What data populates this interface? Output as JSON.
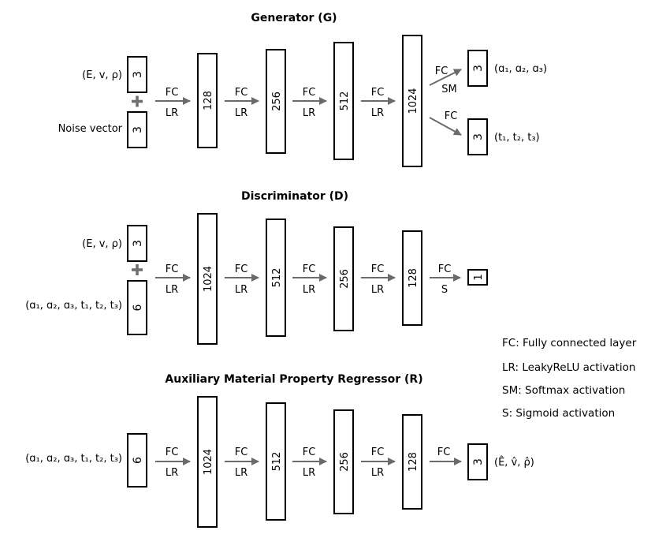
{
  "diagram": {
    "generator": {
      "title": "Generator (G)",
      "input_top_label": "(E, v, ρ)",
      "input_top_size": "3",
      "input_bottom_label": "Noise vector",
      "input_bottom_size": "3",
      "layers": [
        "128",
        "256",
        "512",
        "1024"
      ],
      "fc": "FC",
      "lr": "LR",
      "out1_fc": "FC",
      "out1_act": "SM",
      "out1_size": "3",
      "out1_label": "(ɑ₁, ɑ₂, ɑ₃)",
      "out2_fc": "FC",
      "out2_size": "3",
      "out2_label": "(t₁, t₂, t₃)"
    },
    "discriminator": {
      "title": "Discriminator (D)",
      "input_top_label": "(E, v, ρ)",
      "input_top_size": "3",
      "input_bottom_label": "(ɑ₁, ɑ₂, ɑ₃, t₁, t₂, t₃)",
      "input_bottom_size": "6",
      "layers": [
        "1024",
        "512",
        "256",
        "128"
      ],
      "fc": "FC",
      "lr": "LR",
      "out_fc": "FC",
      "out_act": "S",
      "out_size": "1"
    },
    "regressor": {
      "title": "Auxiliary Material Property Regressor (R)",
      "input_label": "(ɑ₁, ɑ₂, ɑ₃, t₁, t₂, t₃)",
      "input_size": "6",
      "layers": [
        "1024",
        "512",
        "256",
        "128"
      ],
      "fc": "FC",
      "lr": "LR",
      "out_fc": "FC",
      "out_size": "3",
      "out_label": "(Ê, v̂, ρ̂)"
    },
    "legend": [
      "FC: Fully connected layer",
      "LR: LeakyReLU activation",
      "SM: Softmax activation",
      "S: Sigmoid activation"
    ]
  },
  "colors": {
    "arrow": "#6b6b6b",
    "plus": "#707070",
    "box_stroke": "#000000"
  }
}
